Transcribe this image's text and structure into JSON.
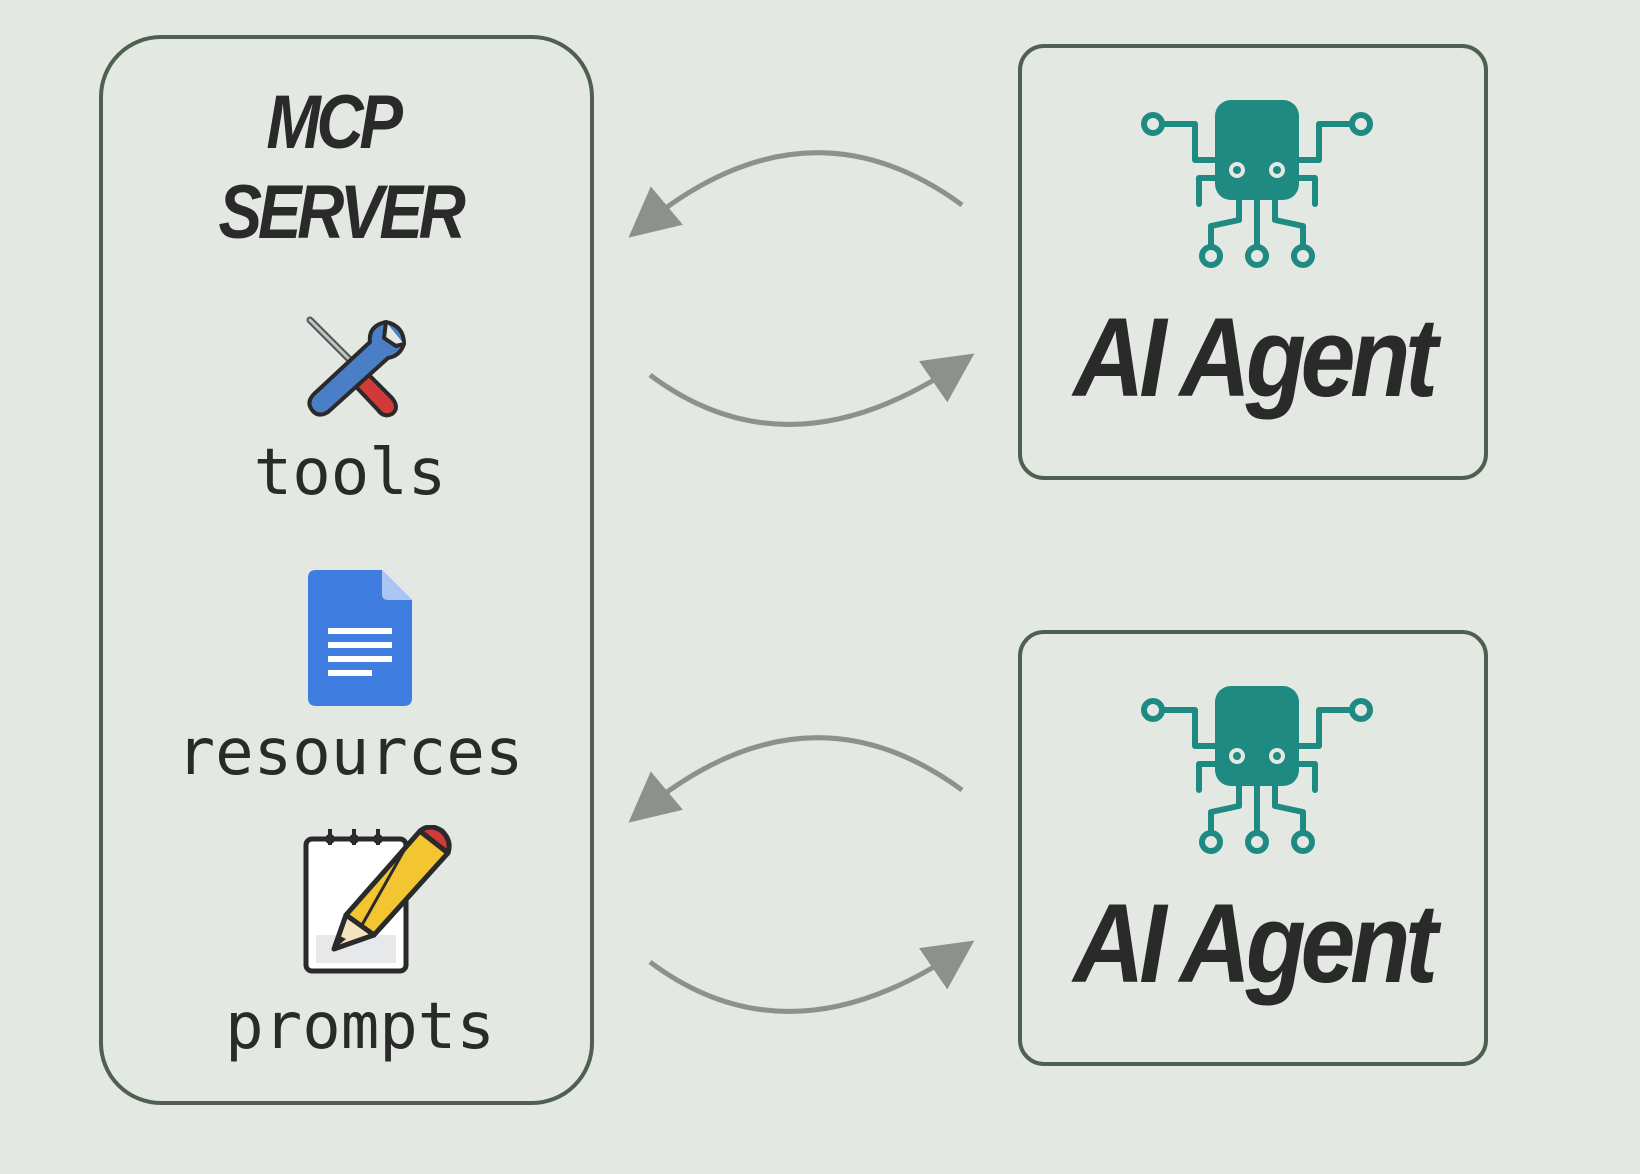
{
  "server": {
    "title": "MCP\nSERVER",
    "items": [
      {
        "label": "tools",
        "icon": "wrench-screwdriver-icon"
      },
      {
        "label": "resources",
        "icon": "document-icon"
      },
      {
        "label": "prompts",
        "icon": "notepad-pencil-icon"
      }
    ]
  },
  "agents": [
    {
      "label": "AI Agent",
      "icon": "octopus-robot-icon"
    },
    {
      "label": "AI Agent",
      "icon": "octopus-robot-icon"
    }
  ],
  "colors": {
    "background": "#e3e8e2",
    "border": "#4f6050",
    "text": "#2a2a2a",
    "accent_teal": "#1f8a82",
    "arrow": "#8d918c"
  }
}
